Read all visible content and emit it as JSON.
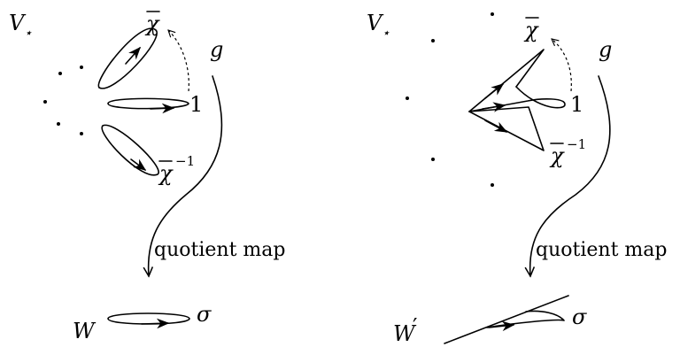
{
  "left_panel": {
    "space_label": "V",
    "space_sub": "⋆",
    "chi_label": "χ",
    "one_label": "1",
    "chi_inv_label": "χ",
    "chi_inv_sup": "−1",
    "g_label": "g",
    "map_caption": "quotient map",
    "target_label": "W",
    "sigma_label": "σ"
  },
  "right_panel": {
    "space_label": "V",
    "space_sub": "⋆",
    "chi_label": "χ",
    "one_label": "1",
    "chi_inv_label": "χ",
    "chi_inv_sup": "−1",
    "g_label": "g",
    "map_caption": "quotient map",
    "target_label": "W",
    "target_prime": "′",
    "sigma_label": "σ"
  }
}
